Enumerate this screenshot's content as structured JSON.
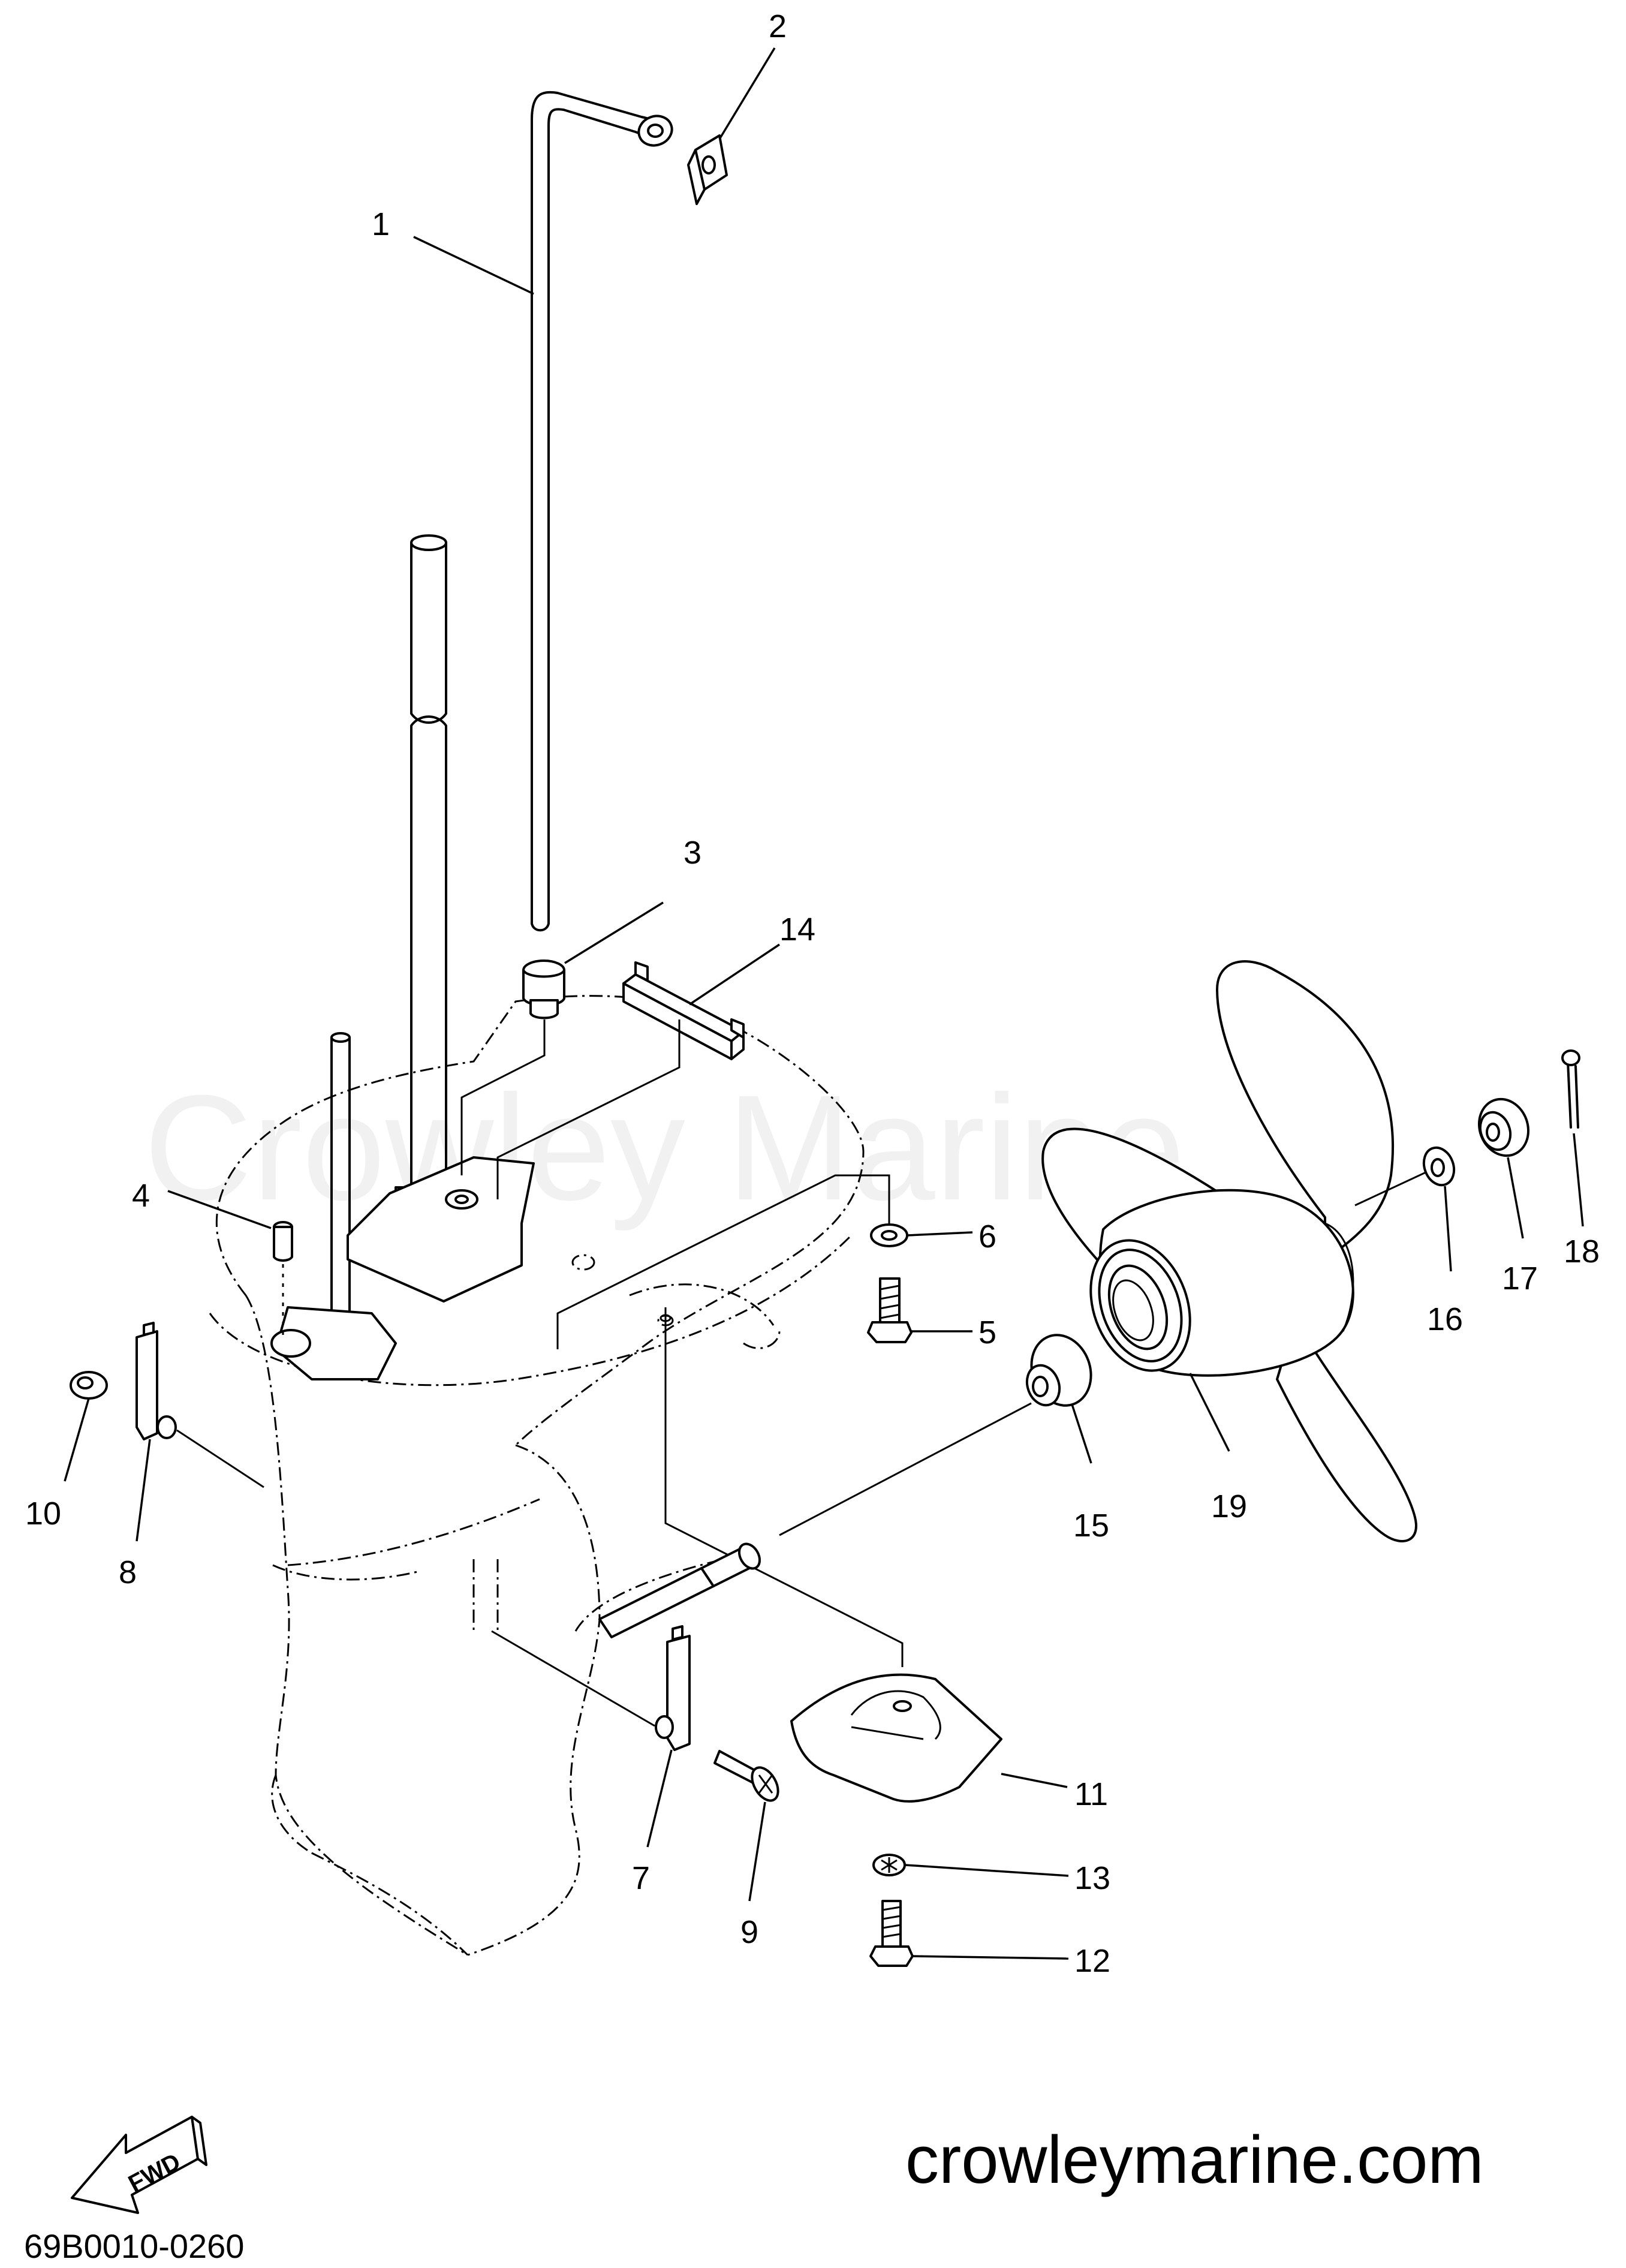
{
  "watermark": "Crowley Marine",
  "website": "crowleymarine.com",
  "diagram_code": "69B0010-0260",
  "fwd_label": "FWD",
  "callouts": {
    "c1": "1",
    "c2": "2",
    "c3": "3",
    "c4": "4",
    "c5": "5",
    "c6": "6",
    "c7": "7",
    "c8": "8",
    "c9": "9",
    "c10": "10",
    "c11": "11",
    "c12": "12",
    "c13": "13",
    "c14": "14",
    "c15": "15",
    "c16": "16",
    "c17": "17",
    "c18": "18",
    "c19": "19"
  }
}
